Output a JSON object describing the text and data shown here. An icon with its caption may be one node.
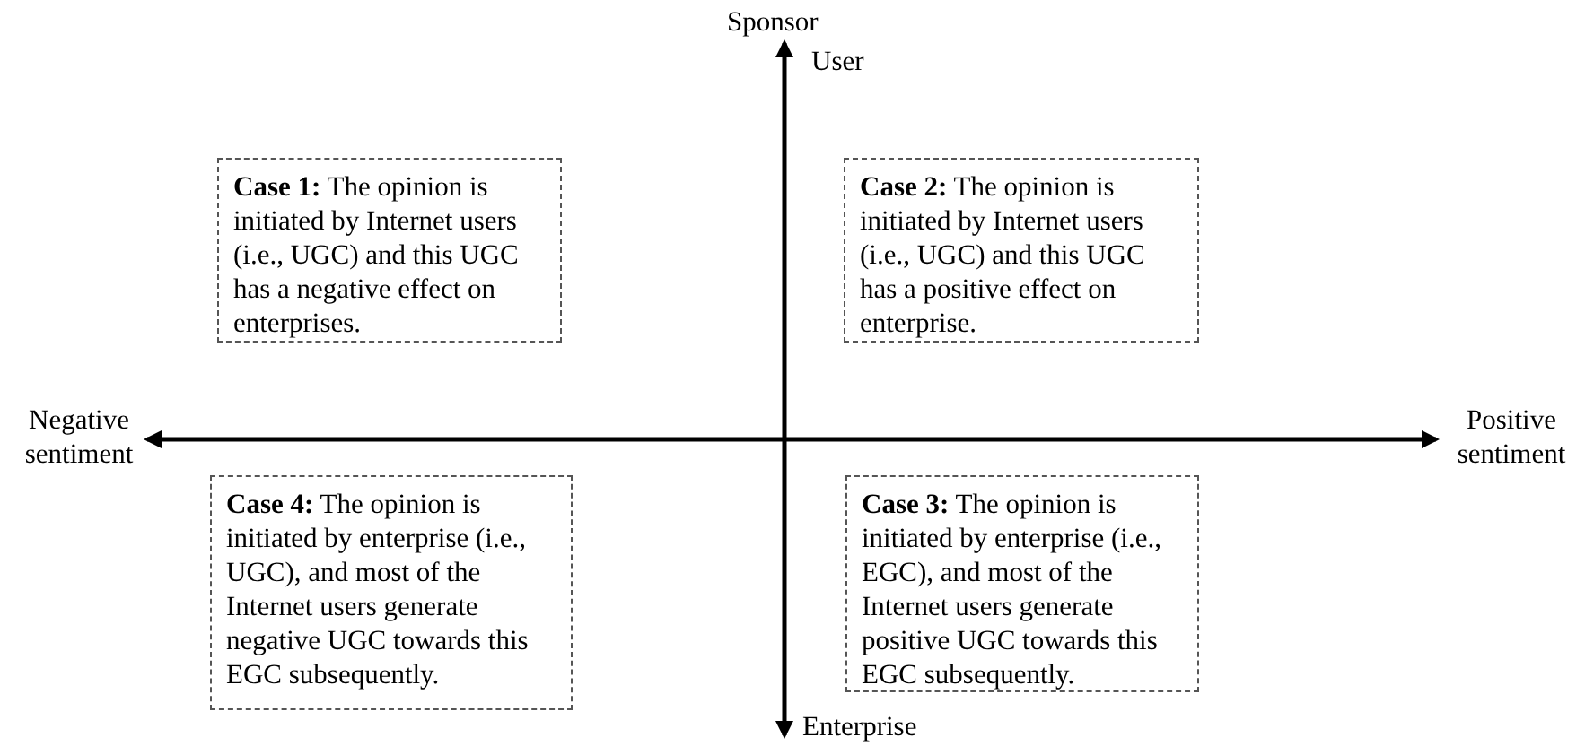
{
  "diagram": {
    "nodes": [
      {
        "text": [
          "**Case 1:** The opinion is initiated by Internet users (i.e., UGC) and this UGC has a negative effect on enterprises."
        ]
      },
      {
        "text": [
          "**Case 2:** The opinion is initiated by Internet users (i.e., UGC) and this UGC has a positive effect on enterprise."
        ]
      },
      {
        "text": [
          "**Case 4:** The opinion is initiated by enterprise (i.e., UGC), and most of the Internet users generate negative UGC towards this EGC subsequently."
        ]
      },
      {
        "text": [
          "**Case 3:** The opinion is initiated by enterprise (i.e., EGC), and most of the Internet users generate positive UGC towards this EGC subsequently."
        ]
      }
    ],
    "edges": [],
    "labels": [
      "Sponsor",
      "User",
      "Negative sentiment",
      "Positive sentiment",
      "Enterprise"
    ]
  }
}
